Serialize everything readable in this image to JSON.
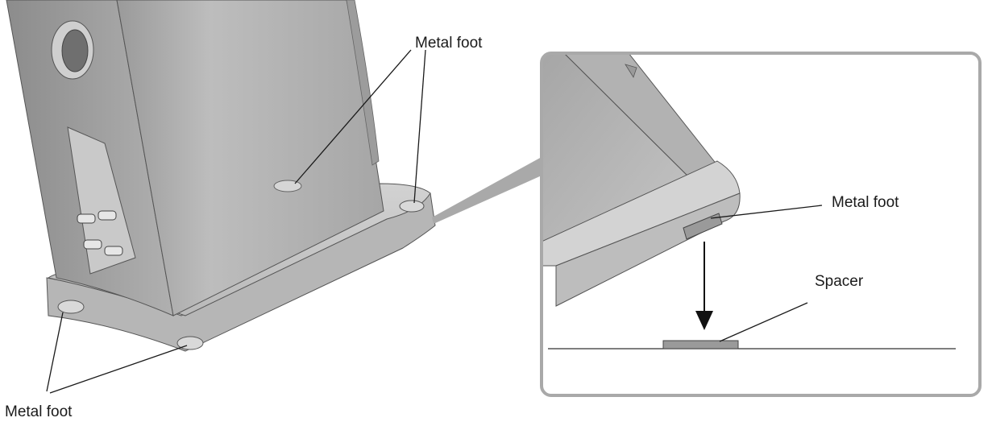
{
  "labels": {
    "metal_foot_top": "Metal foot",
    "metal_foot_bottom": "Metal foot",
    "metal_foot_inset": "Metal foot",
    "spacer": "Spacer"
  },
  "colors": {
    "body": "#b4b4b4",
    "body_dark": "#8f8f8f",
    "body_light": "#cfcfcf",
    "base": "#c4c4c4",
    "inset_frame": "#a9a9a9",
    "line": "#1a1a1a"
  }
}
